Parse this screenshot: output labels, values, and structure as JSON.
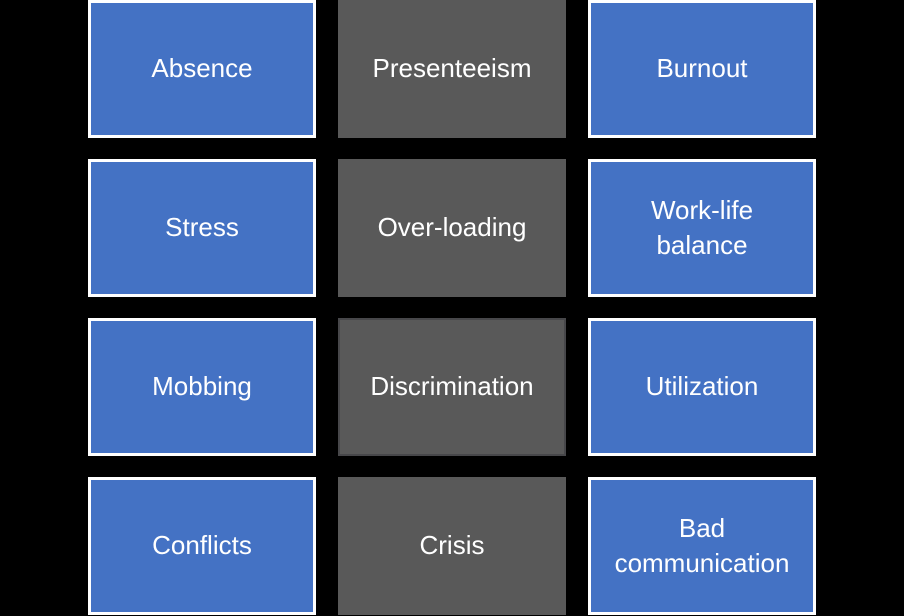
{
  "slide": {
    "background_color": "#000000"
  },
  "colors": {
    "blue": "#4472C4",
    "gray": "#595959",
    "border_white": "#FFFFFF",
    "gray_border": "#47474A",
    "text": "#FFFFFF"
  },
  "grid": {
    "rows": 4,
    "cols": 3,
    "cells": [
      {
        "label": "Absence",
        "style": "blue"
      },
      {
        "label": "Presenteeism",
        "style": "gray"
      },
      {
        "label": "Burnout",
        "style": "blue"
      },
      {
        "label": "Stress",
        "style": "blue"
      },
      {
        "label": "Over-loading",
        "style": "gray"
      },
      {
        "label": "Work-life balance",
        "style": "blue"
      },
      {
        "label": "Mobbing",
        "style": "blue"
      },
      {
        "label": "Discrimination",
        "style": "gray-bordered"
      },
      {
        "label": "Utilization",
        "style": "blue"
      },
      {
        "label": "Conflicts",
        "style": "blue"
      },
      {
        "label": "Crisis",
        "style": "gray"
      },
      {
        "label": "Bad communication",
        "style": "blue"
      }
    ]
  }
}
